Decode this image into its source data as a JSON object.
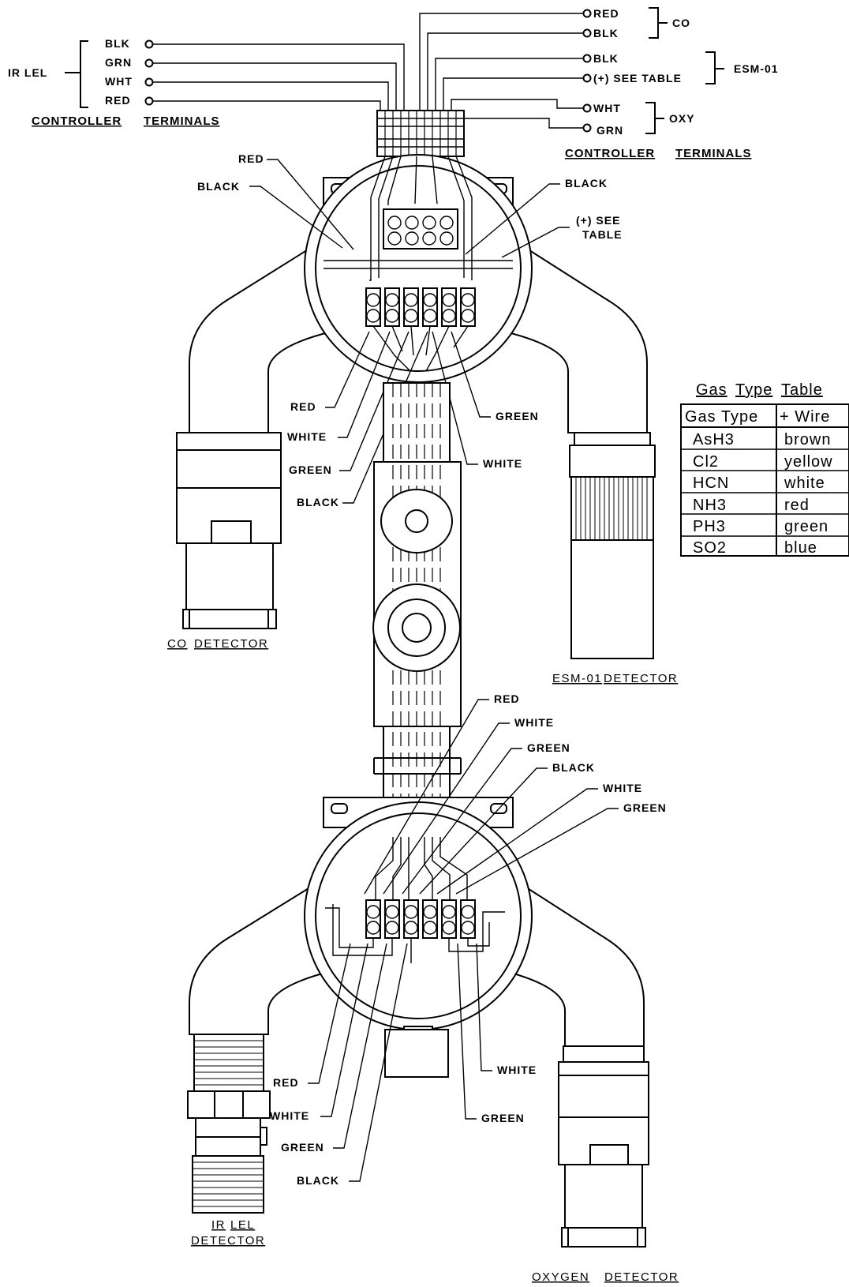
{
  "controller_left": {
    "group_label": "IR LEL",
    "terminals": [
      "BLK",
      "GRN",
      "WHT",
      "RED"
    ],
    "caption_1": "CONTROLLER",
    "caption_2": "TERMINALS"
  },
  "controller_right": {
    "co": {
      "terminals": [
        "RED",
        "BLK"
      ],
      "group_label": "CO"
    },
    "esm": {
      "terminals": [
        "BLK",
        "(+) SEE TABLE"
      ],
      "group_label": "ESM-01"
    },
    "oxy": {
      "terminals": [
        "WHT",
        "GRN"
      ],
      "group_label": "OXY"
    },
    "caption_1": "CONTROLLER",
    "caption_2": "TERMINALS"
  },
  "upper_box_labels": {
    "red_top": "RED",
    "black_left": "BLACK",
    "black_right": "BLACK",
    "see_table_1": "(+) SEE",
    "see_table_2": "TABLE",
    "red": "RED",
    "white": "WHITE",
    "green": "GREEN",
    "black": "BLACK",
    "green_right": "GREEN",
    "white_right": "WHITE"
  },
  "lower_box_labels": {
    "red": "RED",
    "white": "WHITE",
    "green": "GREEN",
    "black": "BLACK",
    "white2": "WHITE",
    "green2": "GREEN",
    "bottom_red": "RED",
    "bottom_white": "WHITE",
    "bottom_green": "GREEN",
    "bottom_black": "BLACK",
    "right_white": "WHITE",
    "right_green": "GREEN"
  },
  "detectors": {
    "co": {
      "word1": "CO",
      "word2": "DETECTOR"
    },
    "esm": {
      "word1": "ESM-01",
      "word2": "DETECTOR"
    },
    "irlel": {
      "line1a": "IR",
      "line1b": "LEL",
      "line2": "DETECTOR"
    },
    "oxygen": {
      "word1": "OXYGEN",
      "word2": "DETECTOR"
    }
  },
  "gas_table": {
    "title_1": "Gas",
    "title_2": "Type",
    "title_3": "Table",
    "headers": [
      "Gas Type",
      "+ Wire"
    ],
    "rows": [
      [
        "AsH3",
        "brown"
      ],
      [
        "Cl2",
        "yellow"
      ],
      [
        "HCN",
        "white"
      ],
      [
        "NH3",
        "red"
      ],
      [
        "PH3",
        "green"
      ],
      [
        "SO2",
        "blue"
      ]
    ]
  }
}
